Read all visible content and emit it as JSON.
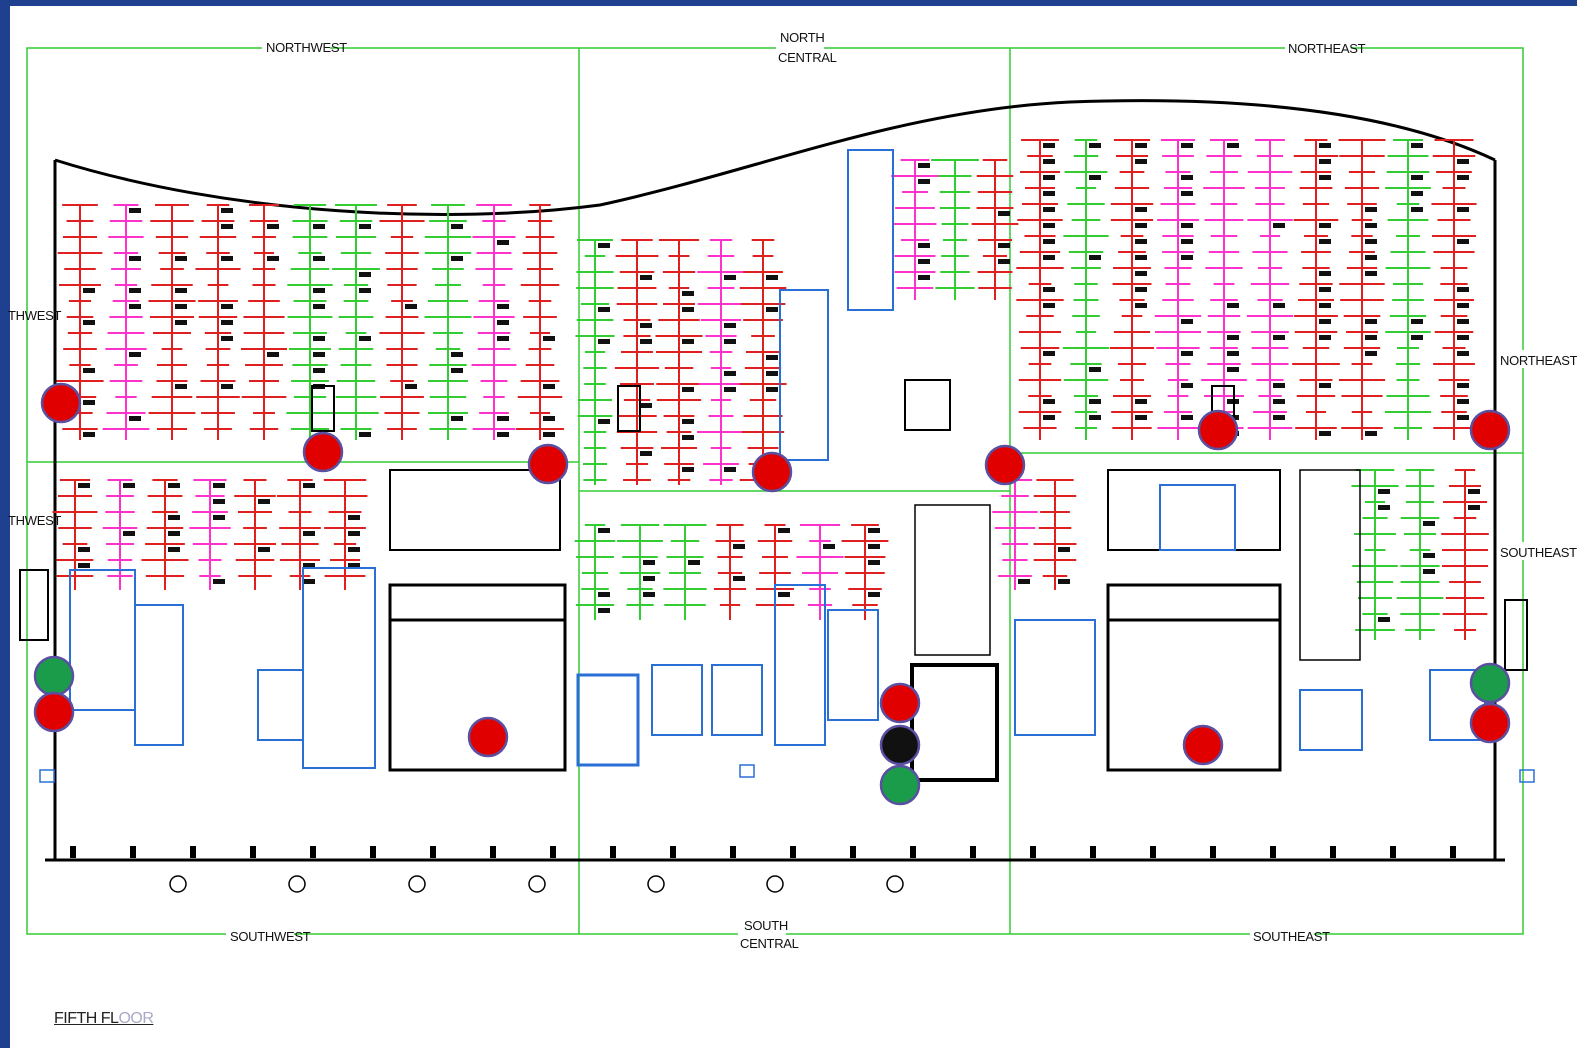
{
  "colors": {
    "frame": "#1f3f8f",
    "zone_lines": "#33cc33",
    "walls": "#000000",
    "cubicles_red": "#e02020",
    "cubicles_magenta": "#ff33cc",
    "rooms_blue": "#2a6fd6",
    "marker_red": "#e00000",
    "marker_green": "#1b9c4a",
    "marker_black": "#111111",
    "marker_outline": "#5a4fa0"
  },
  "zones": {
    "northwest": "NORTHWEST",
    "north_central_1": "NORTH",
    "north_central_2": "CENTRAL",
    "northeast": "NORTHEAST",
    "west_upper": "THWEST",
    "west_lower": "THWEST",
    "east_upper": "NORTHEAST",
    "east_lower": "SOUTHEAST",
    "southwest": "SOUTHWEST",
    "south_central_1": "SOUTH",
    "south_central_2": "CENTRAL",
    "southeast": "SOUTHEAST"
  },
  "floor_label": {
    "main": "FIFTH FL",
    "faded": "OOR"
  },
  "markers": [
    {
      "color": "red"
    },
    {
      "color": "red"
    },
    {
      "color": "red"
    },
    {
      "color": "red"
    },
    {
      "color": "red"
    },
    {
      "color": "red"
    },
    {
      "color": "red"
    },
    {
      "color": "green"
    },
    {
      "color": "red"
    },
    {
      "color": "red"
    },
    {
      "color": "red"
    },
    {
      "color": "black"
    },
    {
      "color": "green"
    },
    {
      "color": "red"
    },
    {
      "color": "green"
    },
    {
      "color": "red"
    }
  ]
}
